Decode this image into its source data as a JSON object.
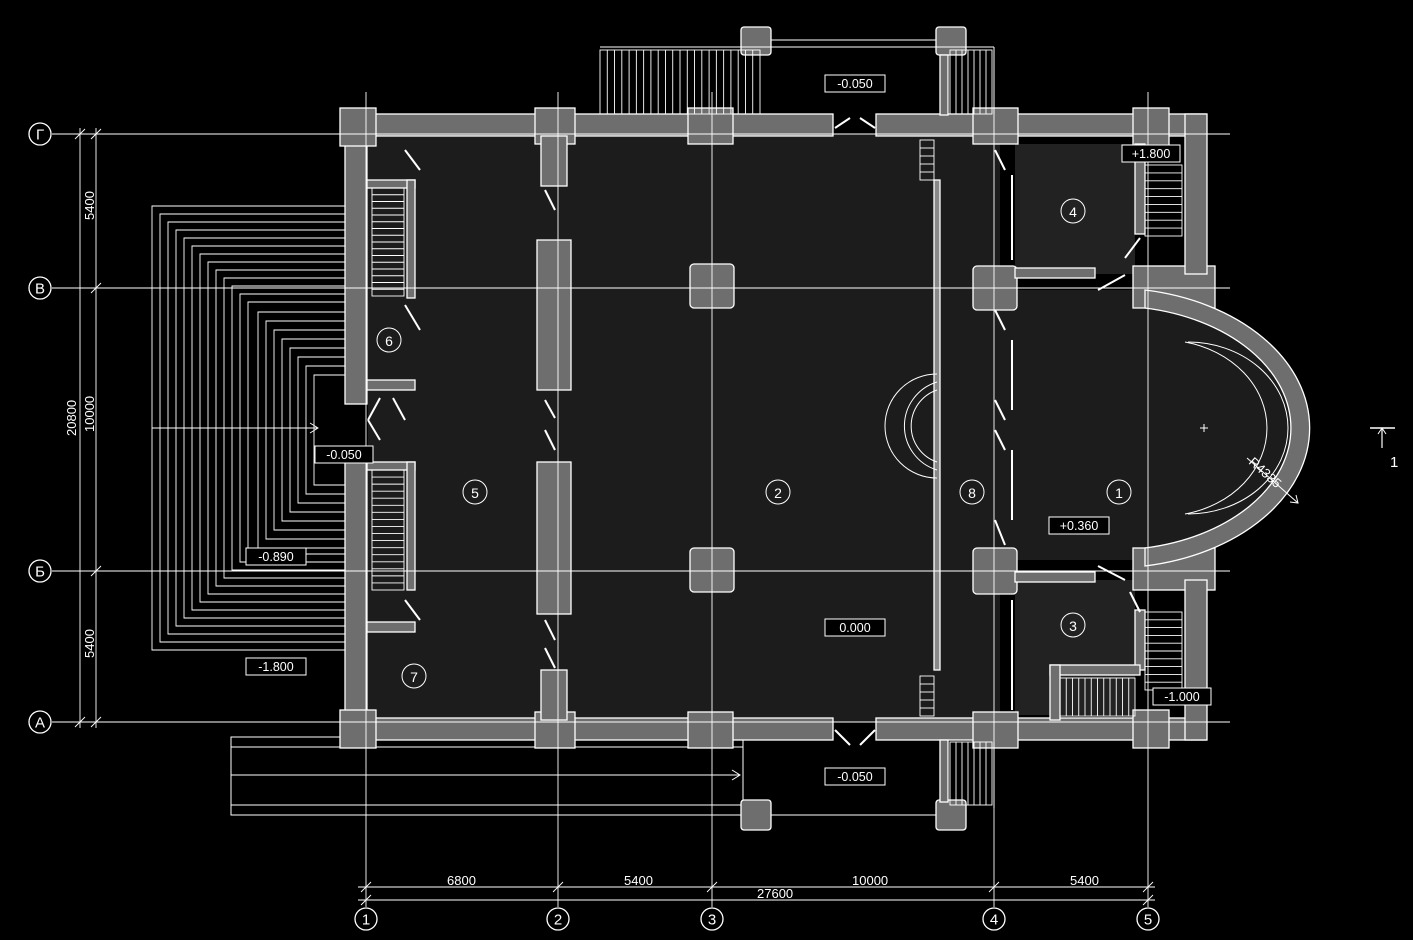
{
  "axes": {
    "vertical": [
      {
        "label": "1"
      },
      {
        "label": "2"
      },
      {
        "label": "3"
      },
      {
        "label": "4"
      },
      {
        "label": "5"
      }
    ],
    "horizontal": [
      {
        "label": "Г"
      },
      {
        "label": "В"
      },
      {
        "label": "Б"
      },
      {
        "label": "А"
      }
    ]
  },
  "dimensions": {
    "bottom": [
      "6800",
      "5400",
      "10000",
      "5400"
    ],
    "bottom_total": "27600",
    "left_inner": [
      "5400",
      "10000",
      "5400"
    ],
    "left_total": "20800"
  },
  "levels": {
    "top_entrance": "-0.050",
    "top_right": "+1.800",
    "west_entrance": "-0.050",
    "west_steps": "-0.890",
    "west_ground": "-1.800",
    "hall": "0.000",
    "altar": "+0.360",
    "southeast": "-1.000",
    "bottom_entrance": "-0.050"
  },
  "rooms": [
    "1",
    "2",
    "3",
    "4",
    "5",
    "6",
    "7",
    "8"
  ],
  "radius_label": "R4335",
  "section_marker": "1"
}
